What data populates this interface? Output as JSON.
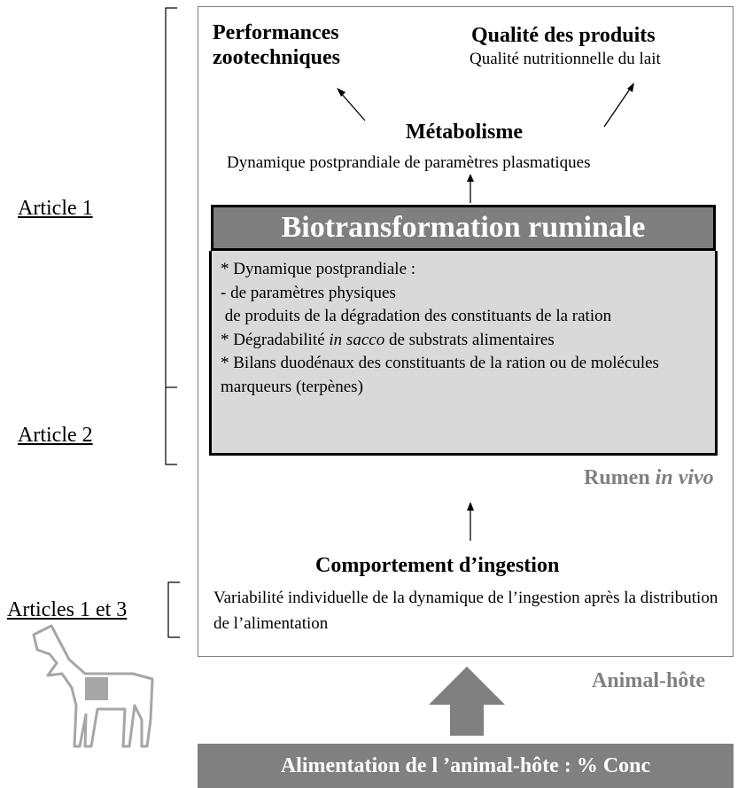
{
  "articles": {
    "a1": "Article 1",
    "a2": "Article 2",
    "a3": "Articles 1 et 3"
  },
  "performances": {
    "line1": "Performances",
    "line2": "zootechniques"
  },
  "qualite": {
    "title": "Qualité des produits",
    "subtitle": "Qualité nutritionnelle du lait"
  },
  "metabolisme": {
    "title": "Métabolisme",
    "subtitle": "Dynamique postprandiale de paramètres plasmatiques"
  },
  "biotransformation": {
    "title": "Biotransformation ruminale",
    "lines": [
      "* Dynamique postprandiale :",
      "- de paramètres physiques",
      " de produits de la dégradation des constituants de la ration",
      "* Dégradabilité ",
      "in sacco",
      " de substrats alimentaires",
      "* Bilans duodénaux des constituants de la ration ou de molécules marqueurs (terpènes)"
    ]
  },
  "rumen": {
    "word": "Rumen ",
    "italic": "in vivo"
  },
  "comportement": {
    "title": "Comportement d’ingestion",
    "subtitle": "Variabilité individuelle de la dynamique de l’ingestion après la distribution de l’alimentation"
  },
  "animal_hote": "Animal-hôte",
  "alimentation": "Alimentation de l ’animal-hôte : % Conc",
  "icons": {
    "goat": "goat-icon"
  },
  "colors": {
    "gray_fill": "#808080",
    "light_gray": "#d9d9d9",
    "header_fill": "#7f7f7f"
  }
}
